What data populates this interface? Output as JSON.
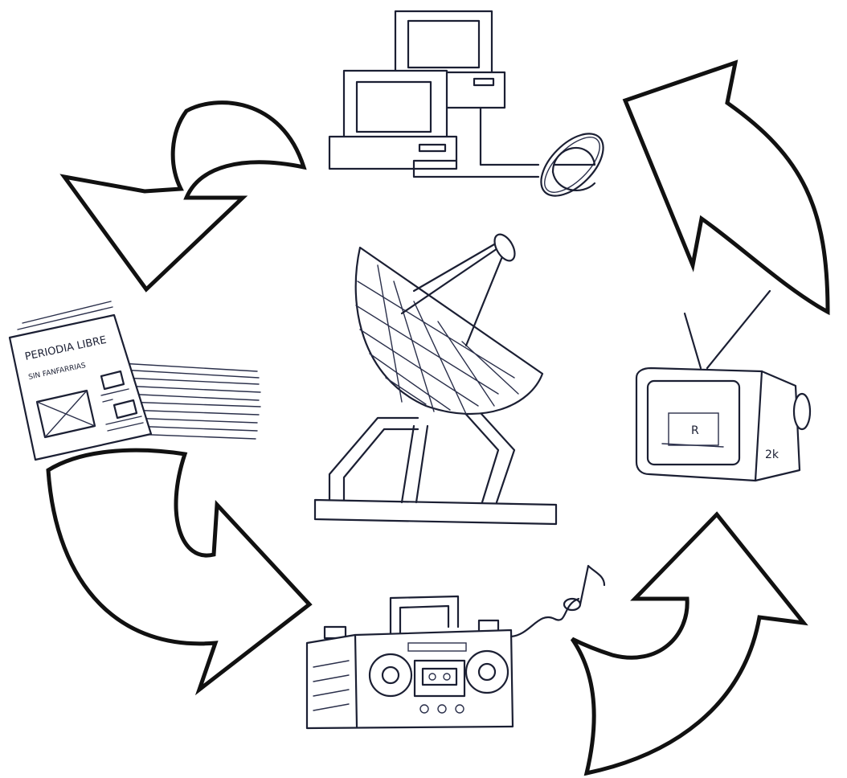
{
  "newspaper": {
    "masthead": "PERIODIA LIBRE",
    "subhead": "SIN FANFARRIAS"
  },
  "tv": {
    "screen_mark": "R",
    "side_mark": "2k"
  },
  "colors": {
    "ink": "#1b1f33",
    "arrow_stroke": "#111111",
    "background": "#ffffff"
  }
}
